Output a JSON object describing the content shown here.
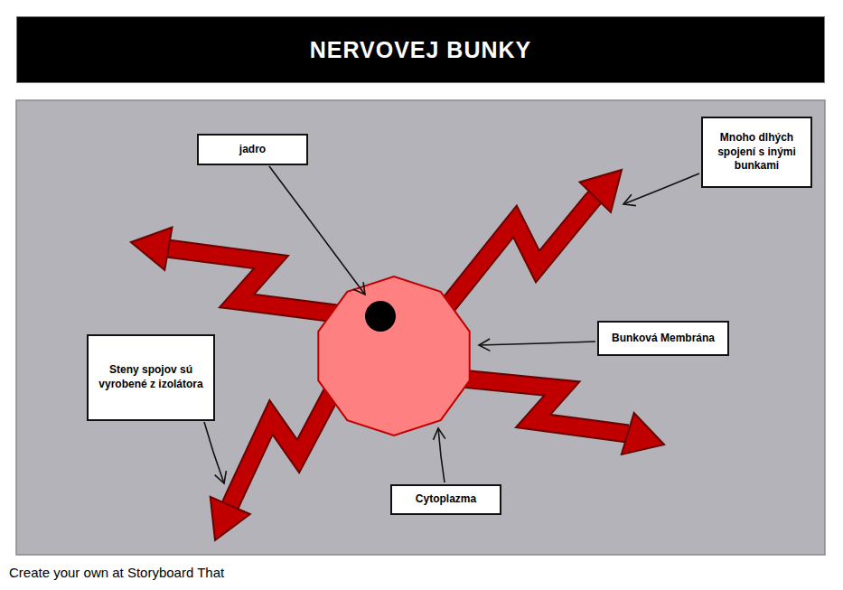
{
  "diagram": {
    "title": "NERVOVEJ BUNKY",
    "nodes": [
      {
        "text": [
          "jadro"
        ]
      },
      {
        "text": [
          "Mnoho dlhých spojení s inými bunkami"
        ]
      },
      {
        "text": [
          "Bunková Membrána"
        ]
      },
      {
        "text": [
          "Steny spojov sú vyrobené z izolátora"
        ]
      },
      {
        "text": [
          "Cytoplazma"
        ]
      }
    ],
    "labels": [
      "Create your own at Storyboard That"
    ]
  }
}
